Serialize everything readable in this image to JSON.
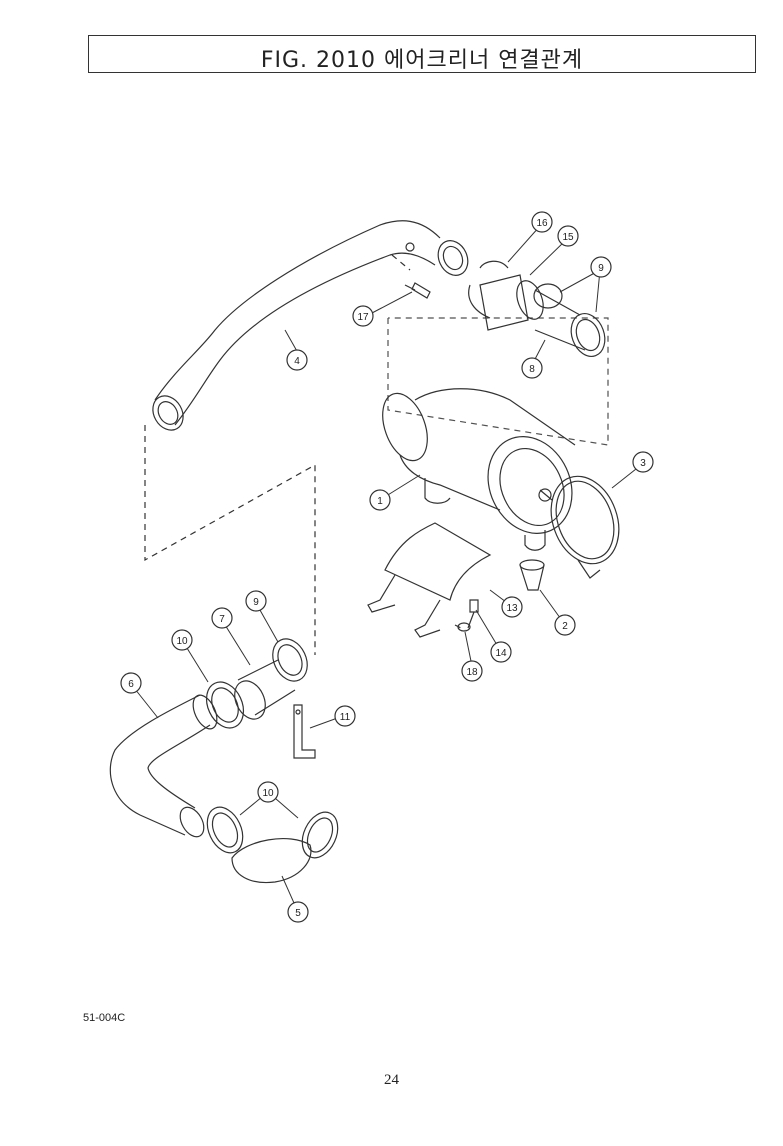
{
  "header": {
    "title": "FIG. 2010 에어크리너 연결관계"
  },
  "callouts": [
    {
      "id": "c1",
      "label": "1"
    },
    {
      "id": "c2",
      "label": "2"
    },
    {
      "id": "c3",
      "label": "3"
    },
    {
      "id": "c4",
      "label": "4"
    },
    {
      "id": "c5",
      "label": "5"
    },
    {
      "id": "c6",
      "label": "6"
    },
    {
      "id": "c7",
      "label": "7"
    },
    {
      "id": "c8",
      "label": "8"
    },
    {
      "id": "c9a",
      "label": "9"
    },
    {
      "id": "c9b",
      "label": "9"
    },
    {
      "id": "c10a",
      "label": "10"
    },
    {
      "id": "c10b",
      "label": "10"
    },
    {
      "id": "c11",
      "label": "11"
    },
    {
      "id": "c13",
      "label": "13"
    },
    {
      "id": "c14",
      "label": "14"
    },
    {
      "id": "c15",
      "label": "15"
    },
    {
      "id": "c16",
      "label": "16"
    },
    {
      "id": "c17",
      "label": "17"
    },
    {
      "id": "c18",
      "label": "18"
    }
  ],
  "footer": {
    "code": "51-004C",
    "page": "24"
  }
}
